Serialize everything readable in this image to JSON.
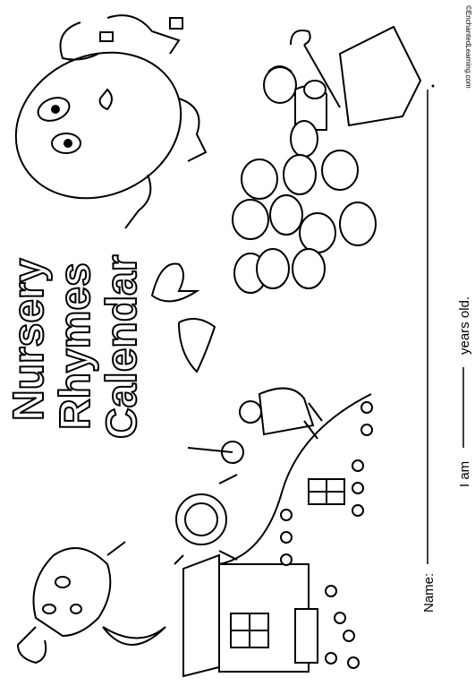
{
  "calendar": {
    "title_line1": "Nursery",
    "title_line2": "Rhymes",
    "title_line3": "Calendar"
  },
  "form": {
    "name_label": "Name:",
    "age_prefix": "I am",
    "age_suffix": "years old."
  },
  "footer": {
    "copyright": "©EnchantedLearning.com"
  },
  "illustrations": [
    "humpty-dumpty",
    "little-bo-peep-with-sheep",
    "flock-of-sheep",
    "black-hat-and-spoon",
    "little-miss-muffet",
    "dish-and-spoon",
    "crooked-house-with-children",
    "cow-jumping-over-moon",
    "crescent-moon"
  ]
}
